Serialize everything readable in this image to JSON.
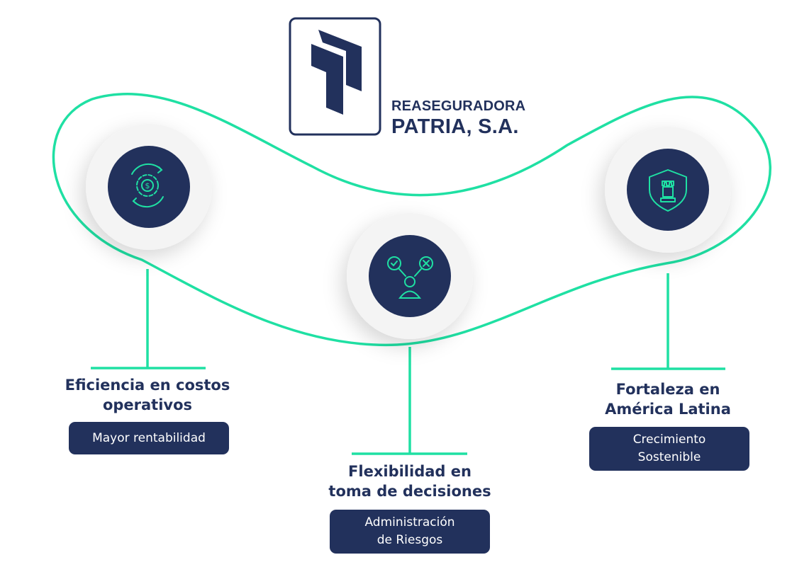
{
  "brand": {
    "line1": "REASEGURADORA",
    "line2": "PATRIA, S.A."
  },
  "pillars": [
    {
      "icon": "money-gear-icon",
      "title_line1": "Eficiencia en costos",
      "title_line2": "operativos",
      "tag": "Mayor rentabilidad"
    },
    {
      "icon": "decision-person-icon",
      "title_line1": "Flexibilidad en",
      "title_line2": "toma de decisiones",
      "tag": "Administración\nde Riesgos"
    },
    {
      "icon": "shield-tower-icon",
      "title_line1": "Fortaleza en",
      "title_line2": "América Latina",
      "tag": "Crecimiento\nSostenible"
    }
  ],
  "colors": {
    "navy": "#22315c",
    "accent_green": "#1fe0a3",
    "background": "#ffffff"
  }
}
